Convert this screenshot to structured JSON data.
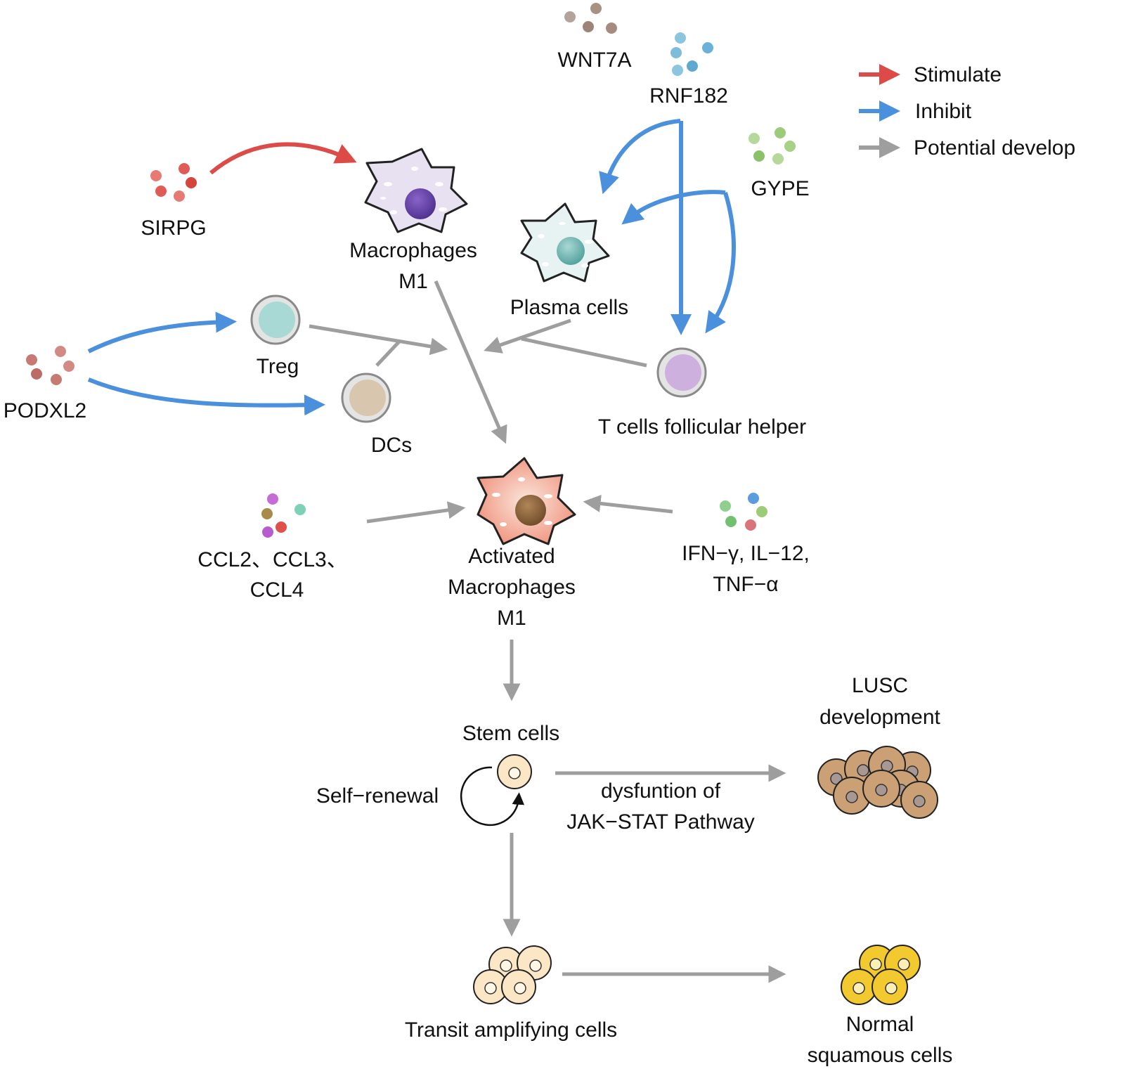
{
  "colors": {
    "stimulate": "#dc4b48",
    "inhibit": "#4a90dc",
    "potential": "#9e9e9e"
  },
  "legend": {
    "stimulate": "Stimulate",
    "inhibit": "Inhibit",
    "potential": "Potential develop"
  },
  "molecules": {
    "wnt7a": "WNT7A",
    "rnf182": "RNF182",
    "gype": "GYPE",
    "sirpg": "SIRPG",
    "podxl2": "PODXL2",
    "ccl_line1": "CCL2、CCL3、",
    "ccl_line2": "CCL4",
    "ifn_line1": "IFN−γ, IL−12,",
    "ifn_line2": "TNF−α"
  },
  "cells": {
    "macrophages_m1_line1": "Macrophages",
    "macrophages_m1_line2": "M1",
    "plasma_cells": "Plasma cells",
    "treg": "Treg",
    "dcs": "DCs",
    "t_follicular_helper": "T cells follicular helper",
    "activated_line1": "Activated",
    "activated_line2": "Macrophages",
    "activated_line3": "M1",
    "stem_cells": "Stem cells",
    "self_renewal": "Self−renewal",
    "transit_amplifying": "Transit amplifying cells",
    "lusc_line1": "LUSC",
    "lusc_line2": "development",
    "normal_line1": "Normal",
    "normal_line2": "squamous cells"
  },
  "pathway": {
    "line1": "dysfuntion of",
    "line2": "JAK−STAT Pathway"
  }
}
